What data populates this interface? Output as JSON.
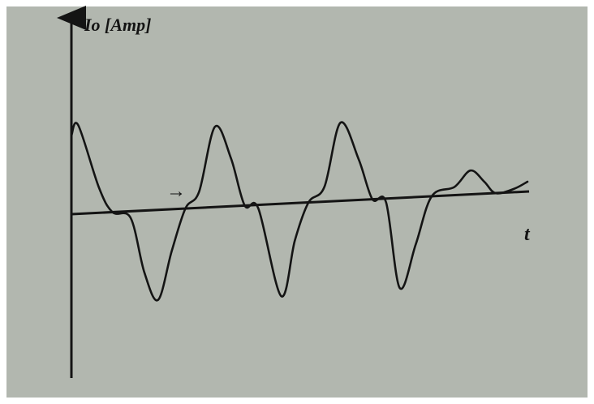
{
  "chart_data": {
    "type": "line",
    "title": "",
    "ylabel": "Io [Amp]",
    "xlabel": "t",
    "grid": false,
    "legend": "none",
    "annotation": "→",
    "xlim": [
      0,
      10
    ],
    "ylim": [
      -1.4,
      1.4
    ],
    "series": [
      {
        "color": "#141414",
        "x": [
          0,
          0.15,
          0.6,
          0.9,
          1.3,
          1.6,
          1.9,
          2.2,
          2.5,
          2.8,
          3.15,
          3.5,
          3.8,
          4.1,
          4.6,
          4.9,
          5.2,
          5.55,
          5.9,
          6.3,
          6.6,
          6.9,
          7.2,
          7.55,
          7.9,
          8.4,
          8.75,
          9.05,
          9.3,
          9.7,
          10.0
        ],
        "y": [
          0.9,
          1.02,
          0.3,
          0.0,
          -0.1,
          -0.9,
          -1.3,
          -0.6,
          0.0,
          0.2,
          1.0,
          0.6,
          0.0,
          -0.05,
          -1.25,
          -0.5,
          0.0,
          0.2,
          1.05,
          0.55,
          0.0,
          -0.05,
          -1.15,
          -0.6,
          0.0,
          0.12,
          0.35,
          0.18,
          0.0,
          0.05,
          0.15
        ]
      }
    ]
  }
}
